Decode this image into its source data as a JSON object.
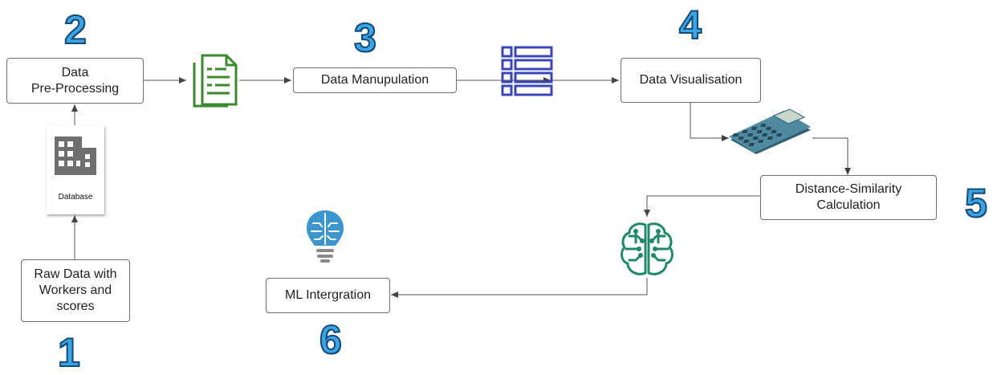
{
  "steps": [
    "1",
    "2",
    "3",
    "4",
    "5",
    "6"
  ],
  "nodes": {
    "raw_data": "Raw Data with\nWorkers and\nscores",
    "pre_processing": "Data\nPre-Processing",
    "manipulation": "Data Manupulation",
    "visualisation": "Data Visualisation",
    "distance": "Distance-Similarity\nCalculation",
    "ml": "ML Intergration"
  },
  "database_label": "Database",
  "icons": [
    "building-icon",
    "document-icon",
    "table-list-icon",
    "calculator-icon",
    "brain-circuit-icon",
    "lightbulb-brain-icon"
  ],
  "colors": {
    "step_number": "#3aa6e6",
    "document_icon": "#3c8a2e",
    "table_icon": "#3a46b8",
    "brain_icon": "#1f8a6b",
    "bulb_icon": "#3a96cc"
  }
}
